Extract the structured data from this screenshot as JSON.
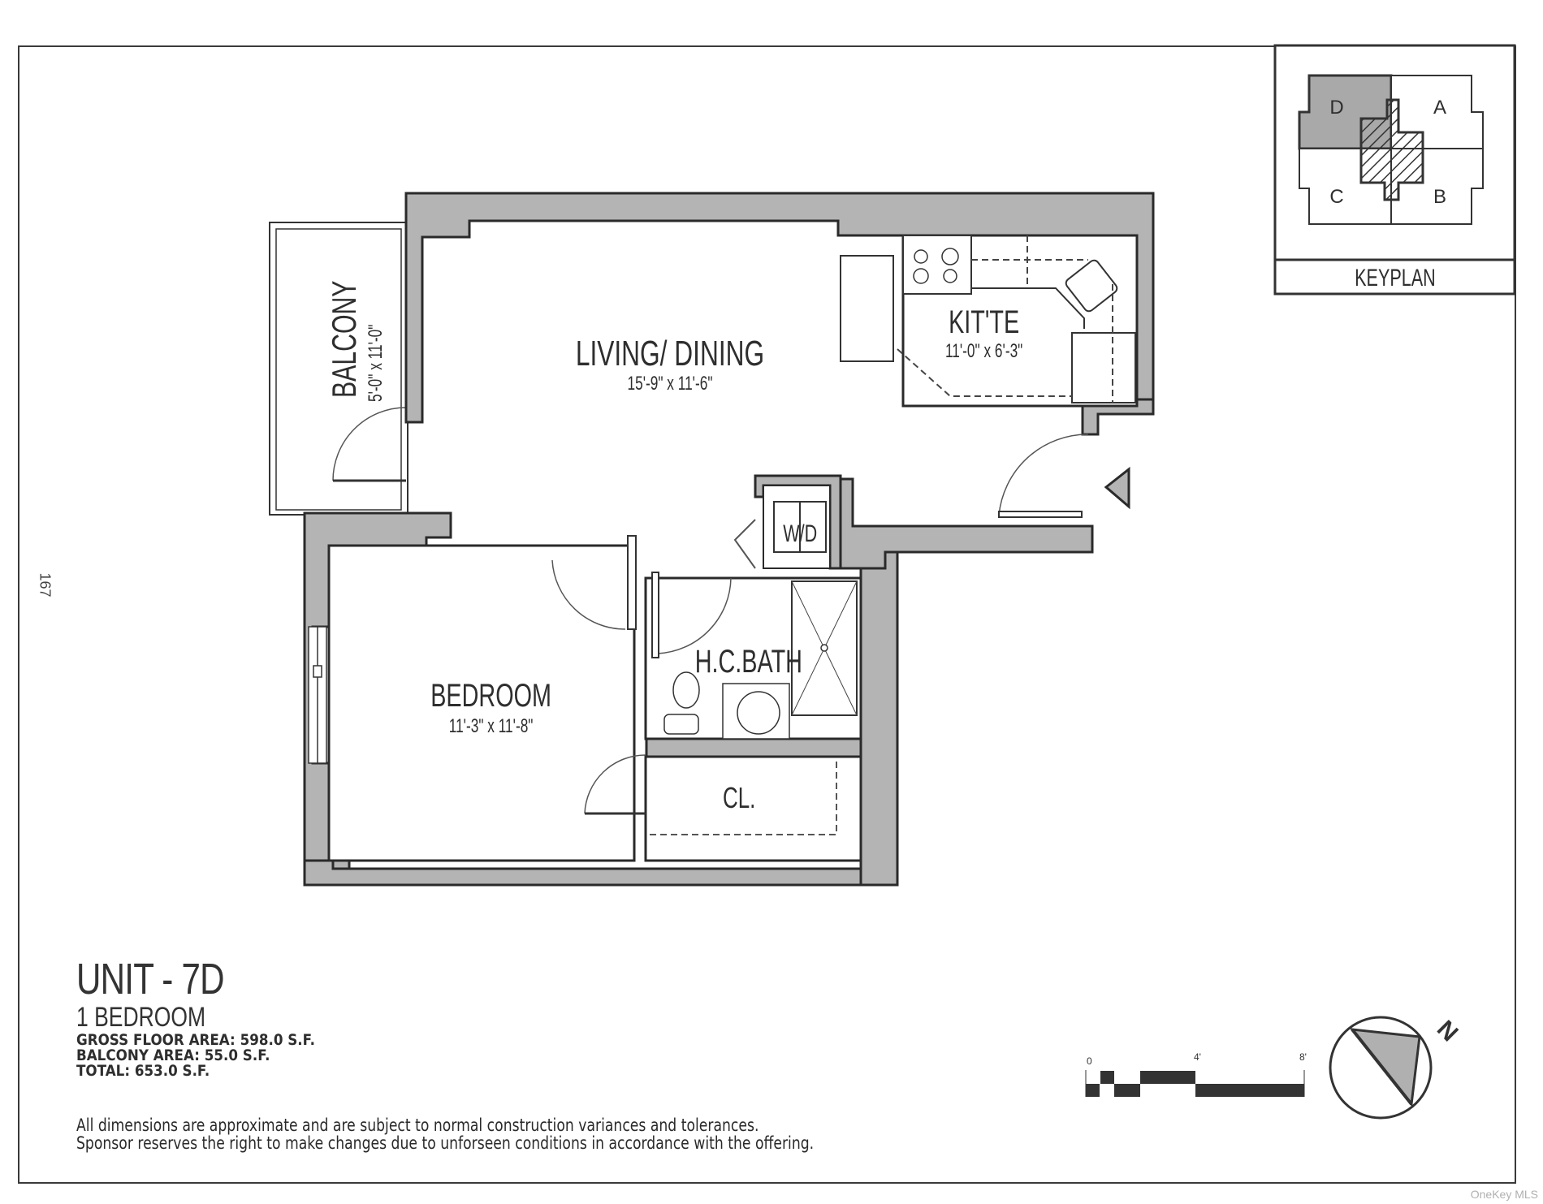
{
  "document": {
    "page_number": "167",
    "watermark": "OneKey MLS"
  },
  "unit": {
    "title": "UNIT - 7D",
    "type": "1 BEDROOM",
    "gross_floor_area": "GROSS FLOOR AREA: 598.0 S.F.",
    "balcony_area": "BALCONY AREA: 55.0 S.F.",
    "total_area": "TOTAL: 653.0 S.F."
  },
  "rooms": {
    "balcony": {
      "name": "BALCONY",
      "size": "5'-0\" x 11'-0\""
    },
    "living": {
      "name": "LIVING/ DINING",
      "size": "15'-9\" x 11'-6\""
    },
    "kitchen": {
      "name": "KIT'TE",
      "size": "11'-0\" x 6'-3\""
    },
    "bedroom": {
      "name": "BEDROOM",
      "size": "11'-3\" x 11'-8\""
    },
    "bath": {
      "name": "H.C.BATH"
    },
    "closet": {
      "name": "CL."
    },
    "washer_dryer": {
      "name": "W/D"
    }
  },
  "keyplan": {
    "title": "KEYPLAN",
    "units": [
      "D",
      "A",
      "C",
      "B"
    ],
    "highlighted": "D",
    "highlight_color": "#a9a9a9"
  },
  "scale_bar": {
    "labels": [
      "0",
      "4'",
      "8'"
    ]
  },
  "north_arrow": {
    "label": "N"
  },
  "disclaimer": {
    "line1": "All dimensions are approximate and are subject to normal construction variances and tolerances.",
    "line2": "Sponsor reserves the right to make changes due to unforseen conditions in accordance with the offering."
  },
  "colors": {
    "wall_fill": "#b4b4b4",
    "line": "#2a2a2a",
    "background": "#ffffff"
  }
}
